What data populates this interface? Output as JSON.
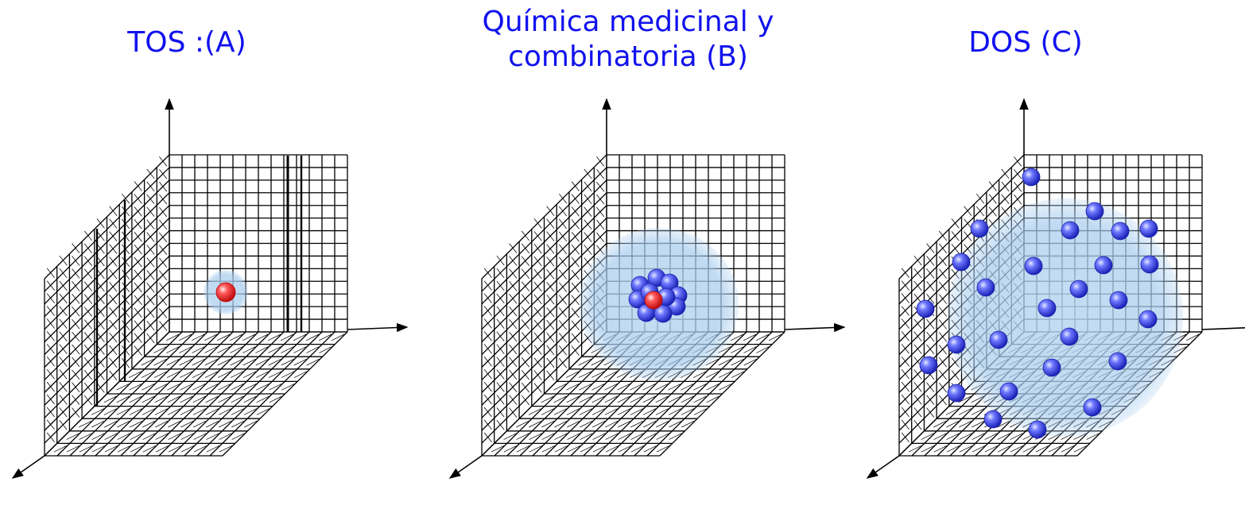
{
  "colors": {
    "title": "#1111ee",
    "grid": "#000000",
    "sphere_blue": "#3a45e6",
    "sphere_red": "#e81e1e",
    "space_shade": "#9fc6ea"
  },
  "panels": [
    {
      "id": "a",
      "title": "TOS :(A)",
      "highlight_icon": "single-red-sphere"
    },
    {
      "id": "b",
      "title_line1": "Química medicinal y",
      "title_line2": "combinatoria (B)",
      "highlight_icon": "cluster-around-red-sphere"
    },
    {
      "id": "c",
      "title": "DOS (C)",
      "highlight_icon": "scattered-blue-spheres"
    }
  ]
}
